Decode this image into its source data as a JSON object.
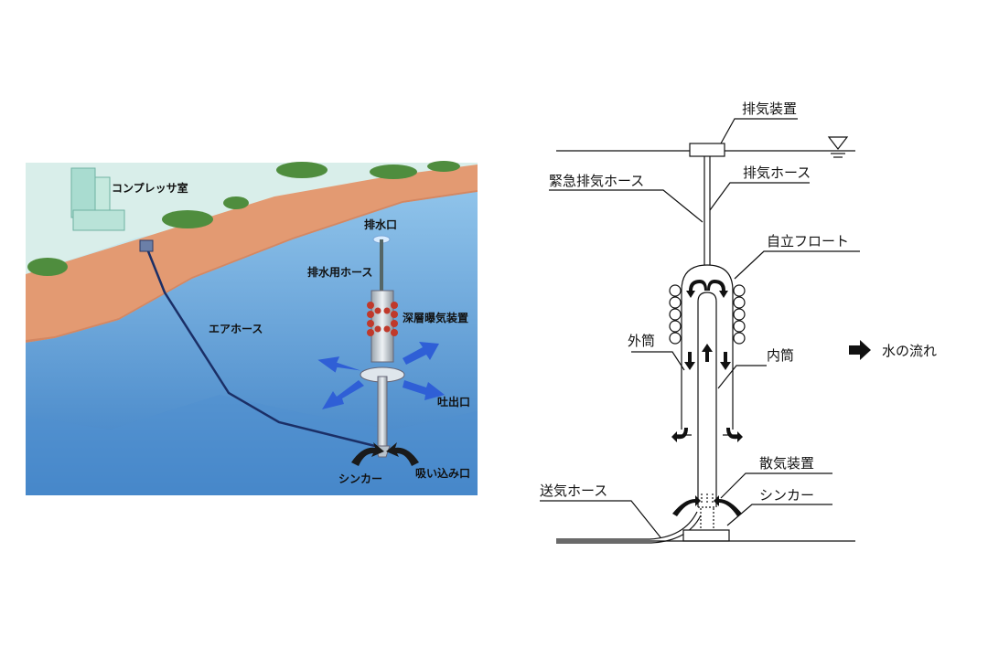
{
  "illustration": {
    "labels": {
      "compressor_room": "コンプレッサ室",
      "discharge_port": "排水口",
      "discharge_hose": "排水用ホース",
      "deep_aerator": "深層曝気装置",
      "air_hose": "エアホース",
      "outlet": "吐出口",
      "sinker": "シンカー",
      "intake": "吸い込み口"
    },
    "colors": {
      "water": "#6aa9dd",
      "water_deep": "#3d7fc4",
      "bank": "#e3926a",
      "land": "#d6ecec",
      "arrow_blue": "#2f5fd6",
      "coil_red": "#c0392b"
    }
  },
  "schematic": {
    "labels": {
      "exhaust_device": "排気装置",
      "emergency_exhaust_hose": "緊急排気ホース",
      "exhaust_hose": "排気ホース",
      "self_standing_float": "自立フロート",
      "outer_cylinder": "外筒",
      "inner_cylinder": "内筒",
      "diffuser": "散気装置",
      "air_supply_hose": "送気ホース",
      "sinker": "シンカー"
    },
    "legend": {
      "label": "水の流れ",
      "icon": "right-arrow-icon"
    },
    "water_surface_symbol": "water-level-triangle-icon"
  }
}
